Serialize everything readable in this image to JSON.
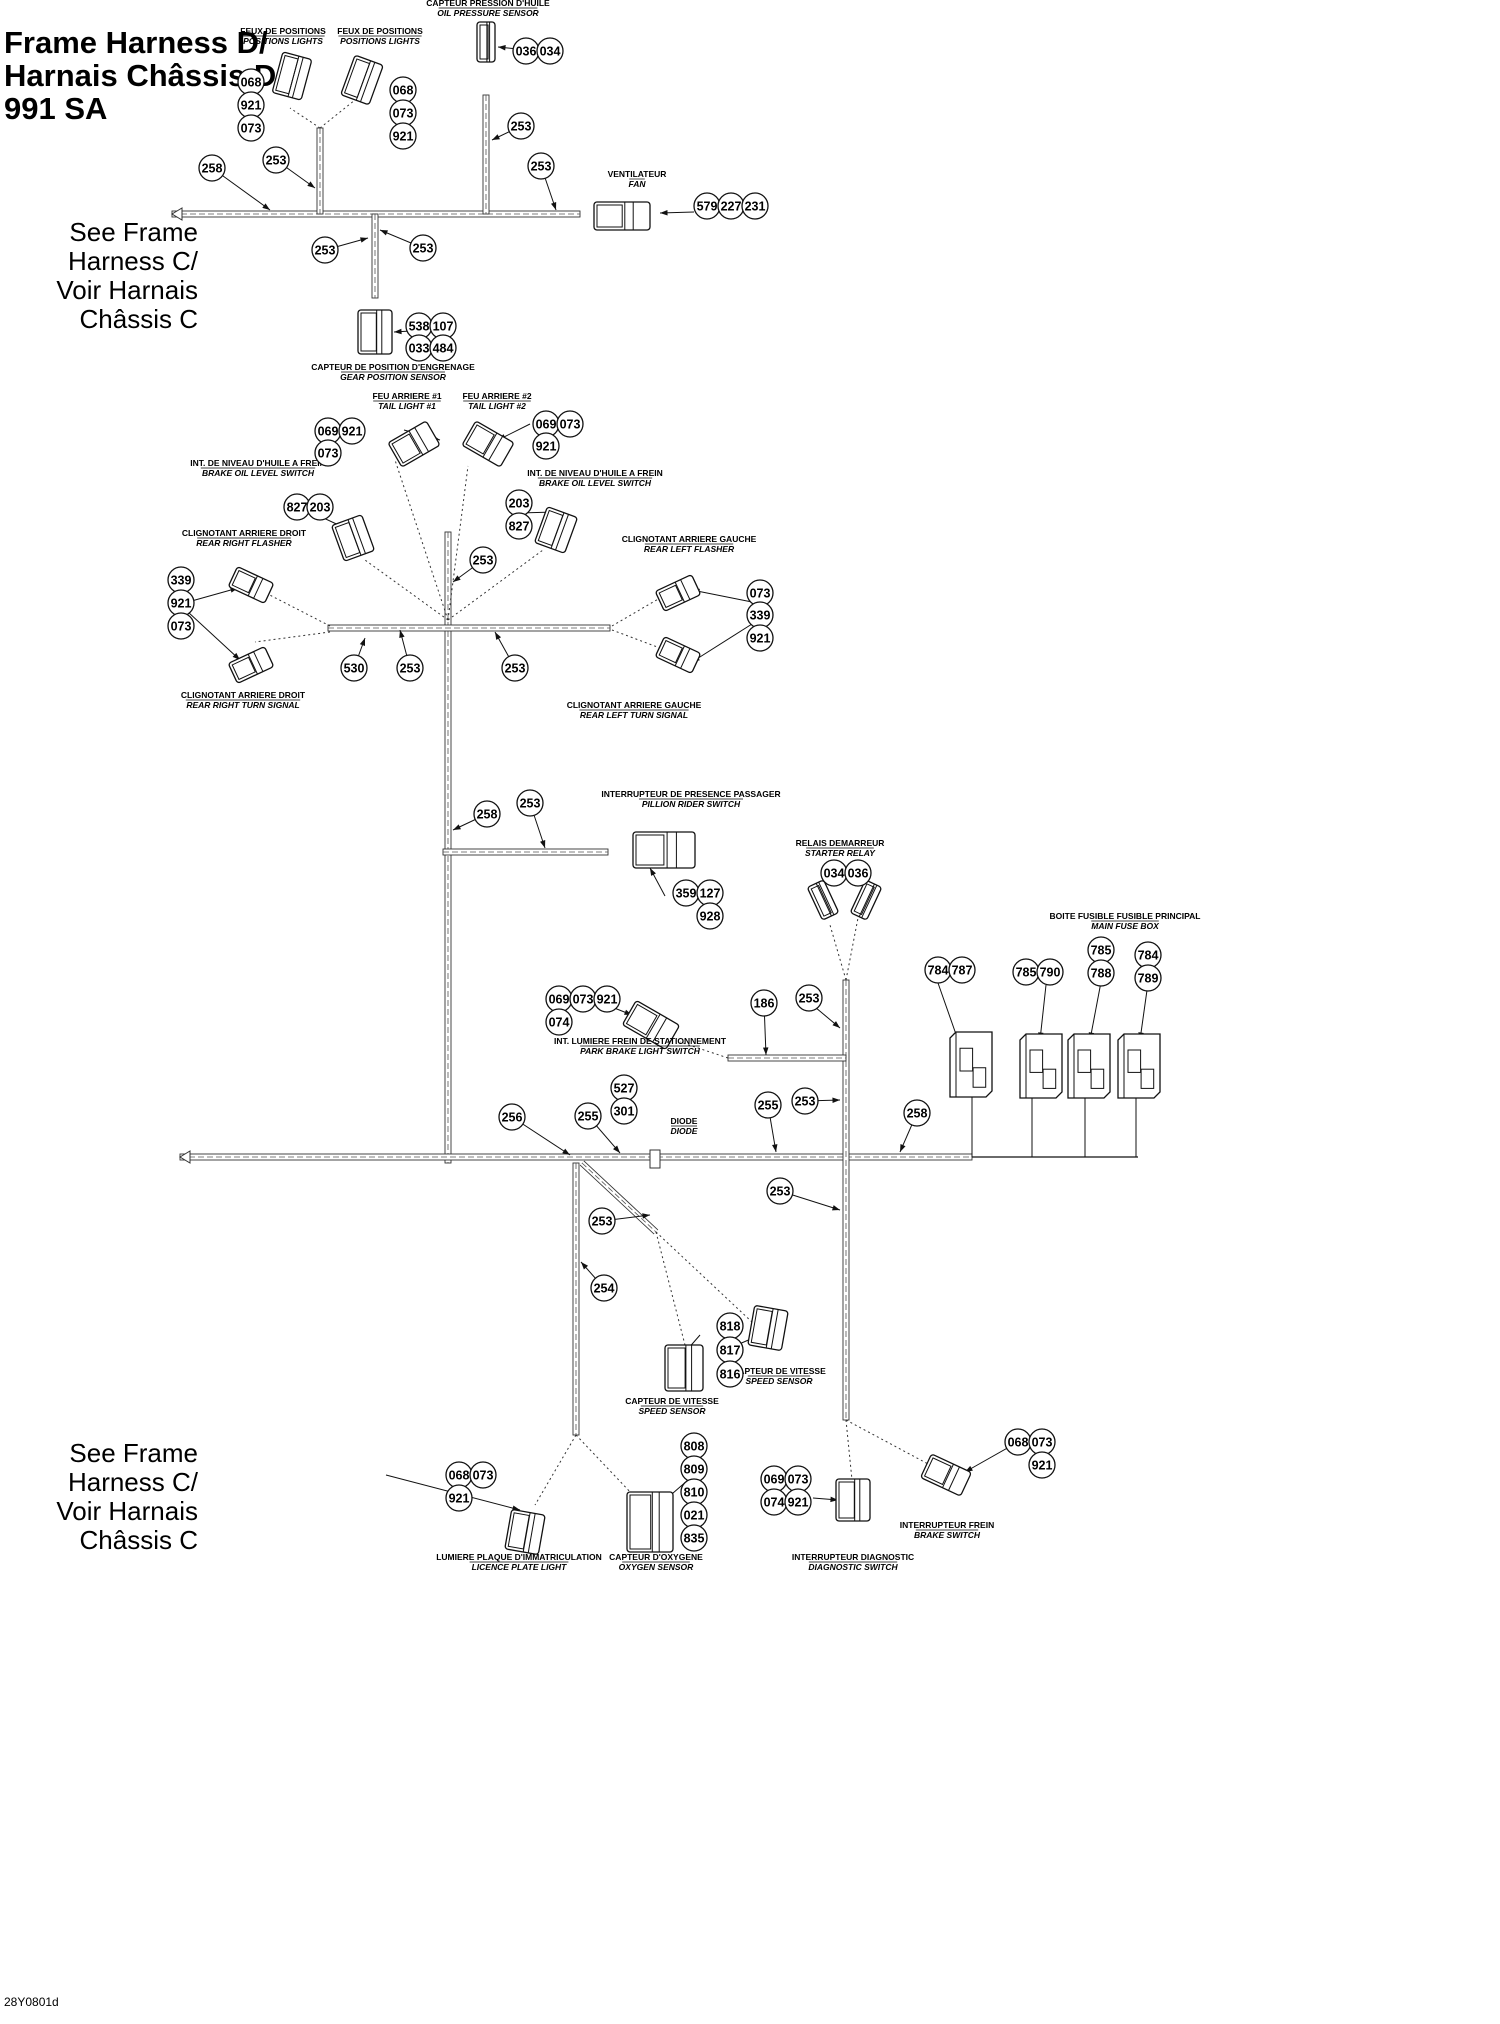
{
  "title": {
    "line1": "Frame Harness D/",
    "line2": "Harnais Châssis D",
    "line3": "991 SA"
  },
  "references": {
    "top": [
      "See Frame",
      "Harness C/",
      "Voir Harnais",
      "Châssis C"
    ],
    "bottom": [
      "See Frame",
      "Harness C/",
      "Voir Harnais",
      "Châssis C"
    ]
  },
  "figure_id": "28Y0801d",
  "components": [
    {
      "fr": "FEUX DE POSITIONS",
      "en": "POSITIONS LIGHTS"
    },
    {
      "fr": "FEUX DE POSITIONS",
      "en": "POSITIONS LIGHTS"
    },
    {
      "fr": "CAPTEUR PRESSION D'HUILE",
      "en": "OIL PRESSURE SENSOR"
    },
    {
      "fr": "VENTILATEUR",
      "en": "FAN"
    },
    {
      "fr": "CAPTEUR DE POSITION D'ENGRENAGE",
      "en": "GEAR POSITION SENSOR"
    },
    {
      "fr": "FEU ARRIERE #1",
      "en": "TAIL LIGHT #1"
    },
    {
      "fr": "FEU ARRIERE #2",
      "en": "TAIL LIGHT #2"
    },
    {
      "fr": "INT. DE NIVEAU D'HUILE A FREIN",
      "en": "BRAKE OIL LEVEL SWITCH"
    },
    {
      "fr": "INT. DE NIVEAU D'HUILE A FREIN",
      "en": "BRAKE OIL LEVEL SWITCH"
    },
    {
      "fr": "CLIGNOTANT ARRIERE DROIT",
      "en": "REAR RIGHT FLASHER"
    },
    {
      "fr": "CLIGNOTANT ARRIERE GAUCHE",
      "en": "REAR LEFT FLASHER"
    },
    {
      "fr": "CLIGNOTANT ARRIERE DROIT",
      "en": "REAR RIGHT TURN SIGNAL"
    },
    {
      "fr": "CLIGNOTANT ARRIERE GAUCHE",
      "en": "REAR LEFT TURN SIGNAL"
    },
    {
      "fr": "INTERRUPTEUR DE PRESENCE PASSAGER",
      "en": "PILLION RIDER SWITCH"
    },
    {
      "fr": "RELAIS DEMARREUR",
      "en": "STARTER RELAY"
    },
    {
      "fr": "BOITE FUSIBLE FUSIBLE PRINCIPAL",
      "en": "MAIN FUSE BOX"
    },
    {
      "fr": "INT. LUMIERE FREIN DE STATIONNEMENT",
      "en": "PARK BRAKE LIGHT SWITCH"
    },
    {
      "fr": "DIODE",
      "en": "DIODE"
    },
    {
      "fr": "CAPTEUR DE VITESSE",
      "en": "SPEED SENSOR"
    },
    {
      "fr": "CAPTEUR DE VITESSE",
      "en": "SPEED SENSOR"
    },
    {
      "fr": "LUMIERE PLAQUE D'IMMATRICULATION",
      "en": "LICENCE PLATE LIGHT"
    },
    {
      "fr": "CAPTEUR D'OXYGENE",
      "en": "OXYGEN SENSOR"
    },
    {
      "fr": "INTERRUPTEUR DIAGNOSTIC",
      "en": "DIAGNOSTIC SWITCH"
    },
    {
      "fr": "INTERRUPTEUR FREIN",
      "en": "BRAKE SWITCH"
    }
  ],
  "callouts": [
    "068",
    "921",
    "073",
    "068",
    "073",
    "921",
    "036",
    "034",
    "253",
    "258",
    "253",
    "253",
    "579",
    "227",
    "231",
    "253",
    "253",
    "538",
    "107",
    "033",
    "484",
    "069",
    "921",
    "073",
    "069",
    "073",
    "921",
    "827",
    "203",
    "203",
    "827",
    "253",
    "339",
    "921",
    "073",
    "073",
    "339",
    "921",
    "530",
    "253",
    "253",
    "258",
    "253",
    "359",
    "127",
    "928",
    "034",
    "036",
    "784",
    "787",
    "785",
    "790",
    "785",
    "788",
    "784",
    "789",
    "069",
    "073",
    "921",
    "074",
    "186",
    "253",
    "527",
    "301",
    "256",
    "255",
    "255",
    "253",
    "258",
    "253",
    "253",
    "254",
    "818",
    "817",
    "816",
    "068",
    "073",
    "921",
    "808",
    "809",
    "810",
    "021",
    "835",
    "069",
    "073",
    "074",
    "921",
    "068",
    "073",
    "921"
  ]
}
